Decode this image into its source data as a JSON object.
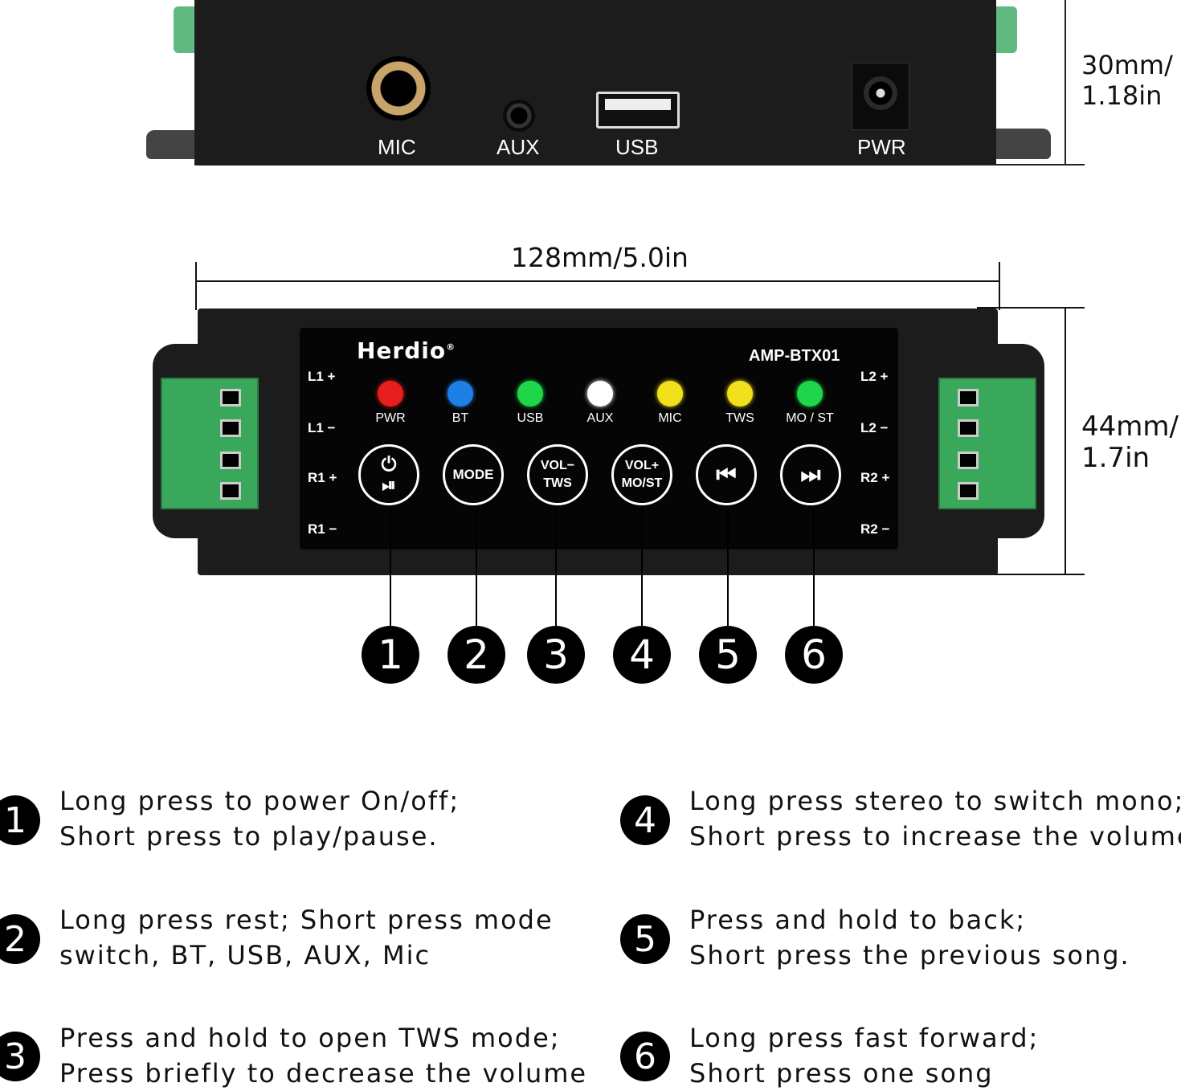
{
  "top_view": {
    "ports": [
      {
        "label": "MIC",
        "icon": "jack-6-35mm-icon"
      },
      {
        "label": "AUX",
        "icon": "jack-3-5mm-icon"
      },
      {
        "label": "USB",
        "icon": "usb-port-icon"
      },
      {
        "label": "PWR",
        "icon": "dc-power-jack-icon"
      }
    ],
    "height_dim": [
      "30mm/",
      "1.18in"
    ]
  },
  "front_view": {
    "width_dim": "128mm/5.0in",
    "height_dim": [
      "44mm/",
      "1.7in"
    ],
    "brand": "Herdio",
    "brand_mark": "®",
    "model": "AMP-BTX01",
    "left_terminals": [
      "L1 +",
      "L1 −",
      "R1 +",
      "R1 −"
    ],
    "right_terminals": [
      "L2 +",
      "L2 −",
      "R2 +",
      "R2 −"
    ],
    "leds": [
      {
        "label": "PWR",
        "color": "#e61e1e"
      },
      {
        "label": "BT",
        "color": "#1e7fe6"
      },
      {
        "label": "USB",
        "color": "#1fd64a"
      },
      {
        "label": "AUX",
        "color": "#ffffff"
      },
      {
        "label": "MIC",
        "color": "#f3e01c"
      },
      {
        "label": "TWS",
        "color": "#f3e01c"
      },
      {
        "label": "MO / ST",
        "color": "#1fd64a"
      }
    ],
    "buttons": [
      {
        "line1": "⏻",
        "line2": "⏯",
        "name": "power-play"
      },
      {
        "line1": "MODE",
        "line2": "",
        "name": "mode"
      },
      {
        "line1": "VOL−",
        "line2": "TWS",
        "name": "vol-down-tws"
      },
      {
        "line1": "VOL+",
        "line2": "MO/ST",
        "name": "vol-up-most"
      },
      {
        "line1": "⏮",
        "line2": "",
        "name": "previous"
      },
      {
        "line1": "⏭",
        "line2": "",
        "name": "next"
      }
    ],
    "callout_numbers": [
      "1",
      "2",
      "3",
      "4",
      "5",
      "6"
    ]
  },
  "descriptions": [
    {
      "num": "1",
      "line1": "Long press to power On/off;",
      "line2": "Short press to play/pause."
    },
    {
      "num": "2",
      "line1": "Long press rest; Short press mode",
      "line2": "switch, BT, USB, AUX, Mic"
    },
    {
      "num": "3",
      "line1": "Press and hold to open TWS mode;",
      "line2": "Press briefly to decrease the volume"
    },
    {
      "num": "4",
      "line1": "Long press stereo to switch mono;",
      "line2": "Short press to increase the volume"
    },
    {
      "num": "5",
      "line1": "Press and hold to back;",
      "line2": "Short press the previous song."
    },
    {
      "num": "6",
      "line1": "Long press fast forward;",
      "line2": "Short press one song"
    }
  ],
  "colors": {
    "device_body": "#1c1c1c",
    "panel": "#050505",
    "terminal_green": "#3aa85a"
  }
}
